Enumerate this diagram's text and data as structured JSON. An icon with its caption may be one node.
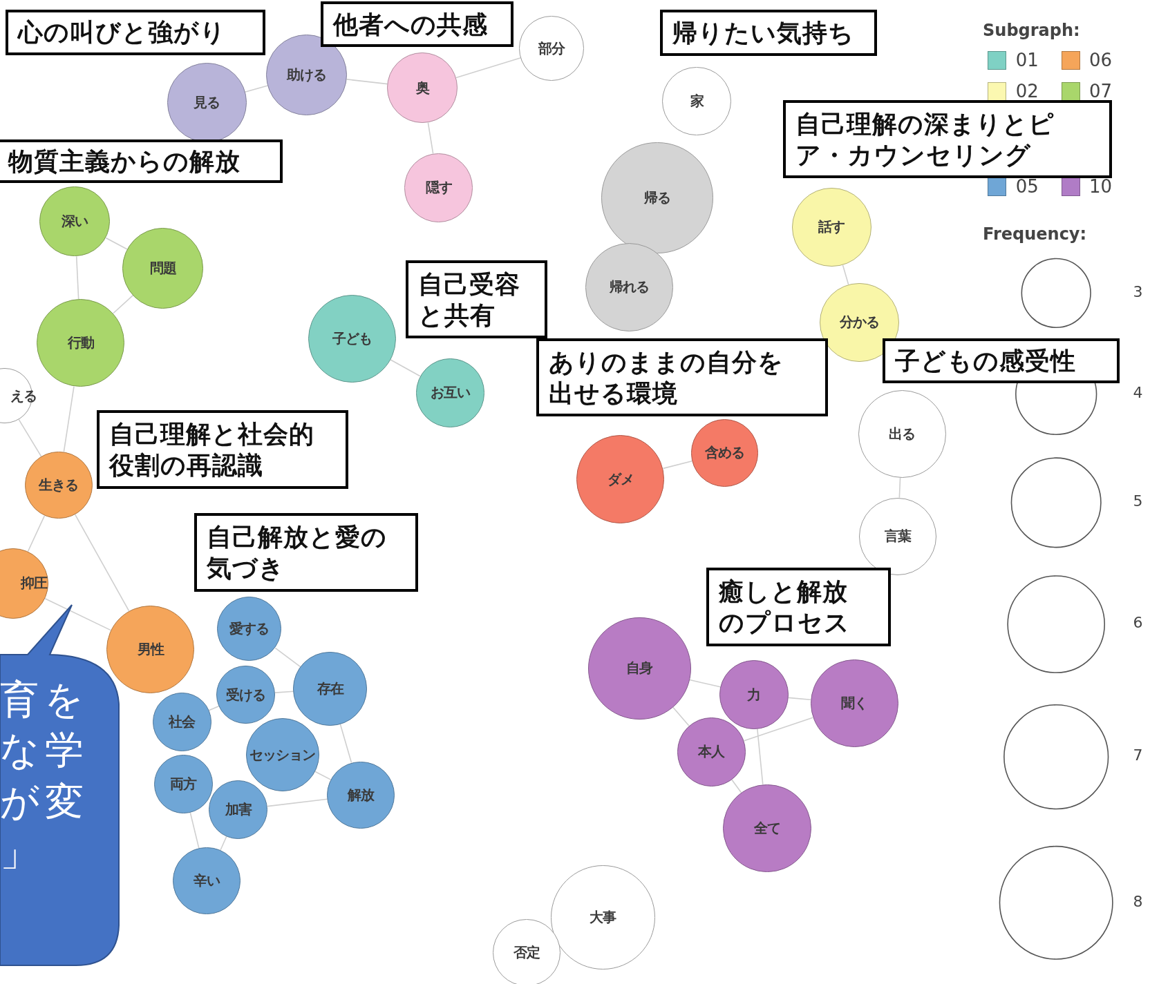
{
  "diagram": {
    "nodes": [
      {
        "text": [
          "心の叫びと強がり"
        ]
      },
      {
        "text": [
          "他者への共感"
        ]
      },
      {
        "text": [
          "帰りたい気持ち"
        ]
      },
      {
        "text": [
          "自己理解の深まりとピア・カウンセリング"
        ]
      },
      {
        "text": [
          "見る"
        ]
      },
      {
        "text": [
          "助ける"
        ]
      },
      {
        "text": [
          "部分"
        ]
      },
      {
        "text": [
          "奥"
        ]
      },
      {
        "text": [
          "家"
        ]
      },
      {
        "text": [
          "物質主義からの解放"
        ]
      },
      {
        "text": [
          "隠す"
        ]
      },
      {
        "text": [
          "帰る"
        ]
      },
      {
        "text": [
          "話す"
        ]
      },
      {
        "text": [
          "深い"
        ]
      },
      {
        "text": [
          "問題"
        ]
      },
      {
        "text": [
          "自己受容と共有"
        ]
      },
      {
        "text": [
          "帰れる"
        ]
      },
      {
        "text": [
          "分かる"
        ]
      },
      {
        "text": [
          "子ども"
        ]
      },
      {
        "text": [
          "行動"
        ]
      },
      {
        "text": [
          "ありのままの自分を出せる環境"
        ]
      },
      {
        "text": [
          "子どもの感受性"
        ]
      },
      {
        "text": [
          "お互い"
        ]
      },
      {
        "text": [
          "える"
        ]
      },
      {
        "text": [
          "自己理解と社会的役割の再認識"
        ]
      },
      {
        "text": [
          "出る"
        ]
      },
      {
        "text": [
          "含める"
        ]
      },
      {
        "text": [
          "ダメ"
        ]
      },
      {
        "text": [
          "生きる"
        ]
      },
      {
        "text": [
          "自己解放と愛の気づき"
        ]
      },
      {
        "text": [
          "言葉"
        ]
      },
      {
        "text": [
          "癒しと解放のプロセス"
        ]
      },
      {
        "text": [
          "抑圧"
        ]
      },
      {
        "text": [
          "愛する"
        ]
      },
      {
        "text": [
          "男性"
        ]
      },
      {
        "text": [
          "育を",
          "な学",
          "が変",
          "」"
        ]
      },
      {
        "text": [
          "自身"
        ]
      },
      {
        "text": [
          "存在"
        ]
      },
      {
        "text": [
          "力"
        ]
      },
      {
        "text": [
          "受ける"
        ]
      },
      {
        "text": [
          "聞く"
        ]
      },
      {
        "text": [
          "社会"
        ]
      },
      {
        "text": [
          "セッション"
        ]
      },
      {
        "text": [
          "本人"
        ]
      },
      {
        "text": [
          "両方"
        ]
      },
      {
        "text": [
          "加害"
        ]
      },
      {
        "text": [
          "解放"
        ]
      },
      {
        "text": [
          "全て"
        ]
      },
      {
        "text": [
          "辛い"
        ]
      },
      {
        "text": [
          "大事"
        ]
      },
      {
        "text": [
          "否定"
        ]
      }
    ],
    "edges": [
      {
        "from": 4,
        "to": 5,
        "arrow": "none"
      },
      {
        "from": 5,
        "to": 7,
        "arrow": "none"
      },
      {
        "from": 7,
        "to": 6,
        "arrow": "none"
      },
      {
        "from": 7,
        "to": 10,
        "arrow": "none"
      },
      {
        "from": 12,
        "to": 17,
        "arrow": "none"
      },
      {
        "from": 13,
        "to": 14,
        "arrow": "none"
      },
      {
        "from": 13,
        "to": 19,
        "arrow": "none"
      },
      {
        "from": 14,
        "to": 19,
        "arrow": "none"
      },
      {
        "from": 19,
        "to": 28,
        "arrow": "none"
      },
      {
        "from": 23,
        "to": 28,
        "arrow": "none"
      },
      {
        "from": 28,
        "to": 32,
        "arrow": "none"
      },
      {
        "from": 28,
        "to": 34,
        "arrow": "none"
      },
      {
        "from": 32,
        "to": 34,
        "arrow": "none"
      },
      {
        "from": 18,
        "to": 22,
        "arrow": "none"
      },
      {
        "from": 27,
        "to": 26,
        "arrow": "none"
      },
      {
        "from": 25,
        "to": 30,
        "arrow": "none"
      },
      {
        "from": 36,
        "to": 38,
        "arrow": "none"
      },
      {
        "from": 36,
        "to": 43,
        "arrow": "none"
      },
      {
        "from": 38,
        "to": 40,
        "arrow": "none"
      },
      {
        "from": 43,
        "to": 40,
        "arrow": "none"
      },
      {
        "from": 38,
        "to": 47,
        "arrow": "none"
      },
      {
        "from": 43,
        "to": 47,
        "arrow": "none"
      },
      {
        "from": 33,
        "to": 37,
        "arrow": "none"
      },
      {
        "from": 39,
        "to": 37,
        "arrow": "none"
      },
      {
        "from": 37,
        "to": 46,
        "arrow": "none"
      },
      {
        "from": 42,
        "to": 46,
        "arrow": "none"
      },
      {
        "from": 45,
        "to": 46,
        "arrow": "none"
      },
      {
        "from": 44,
        "to": 48,
        "arrow": "none"
      },
      {
        "from": 45,
        "to": 48,
        "arrow": "none"
      },
      {
        "from": 39,
        "to": 41,
        "arrow": "none"
      }
    ],
    "labels": [
      "Subgraph:",
      "Frequency:"
    ],
    "legend": [
      {
        "text": "01",
        "color": "#7fd1c4"
      },
      {
        "text": "06",
        "color": "#f5a55a"
      },
      {
        "text": "02",
        "color": "#fbf8b0"
      },
      {
        "text": "07",
        "color": "#a9d66b"
      },
      {
        "text": "05",
        "color": "#6fa6d6"
      },
      {
        "text": "10",
        "color": "#b07cc6"
      },
      {
        "text": "3"
      },
      {
        "text": "4"
      },
      {
        "text": "5"
      },
      {
        "text": "6"
      },
      {
        "text": "7"
      },
      {
        "text": "8"
      }
    ]
  }
}
